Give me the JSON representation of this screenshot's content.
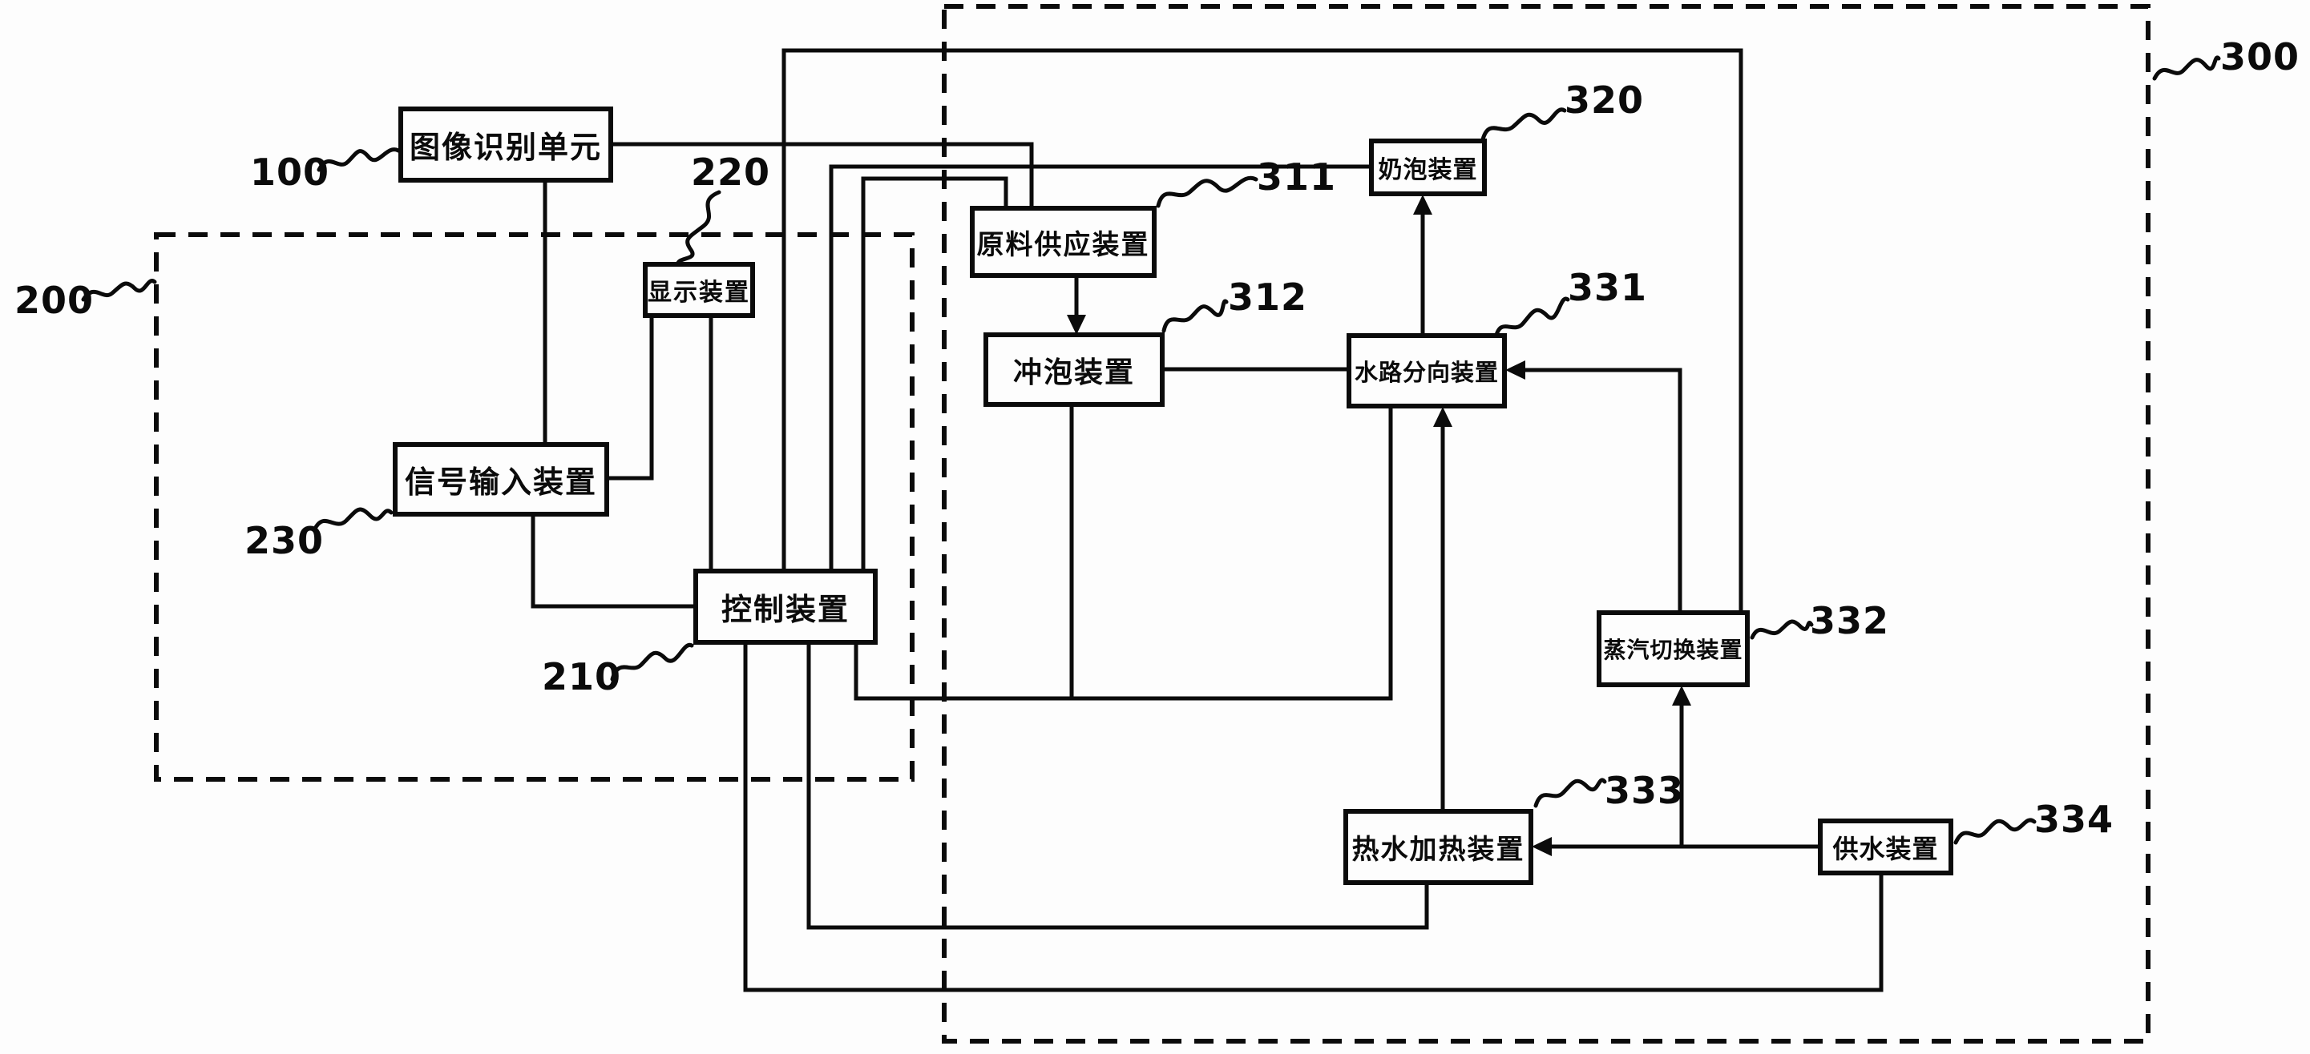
{
  "figure": {
    "kind": "patent-block-diagram",
    "language": "zh",
    "colors": {
      "line": "#0b0b0b",
      "background": "#fdfdfd"
    },
    "units": {
      "image_recognition": {
        "label": "图像识别单元",
        "ref": "100"
      },
      "display": {
        "label": "显示装置",
        "ref": "220"
      },
      "signal_input": {
        "label": "信号输入装置",
        "ref": "230"
      },
      "control": {
        "label": "控制装置",
        "ref": "210"
      },
      "material_supply": {
        "label": "原料供应装置",
        "ref": "311"
      },
      "brewing": {
        "label": "冲泡装置",
        "ref": "312"
      },
      "milk_froth": {
        "label": "奶泡装置",
        "ref": "320"
      },
      "water_divert": {
        "label": "水路分向装置",
        "ref": "331"
      },
      "steam_switch": {
        "label": "蒸汽切换装置",
        "ref": "332"
      },
      "hot_water_heating": {
        "label": "热水加热装置",
        "ref": "333"
      },
      "water_supply": {
        "label": "供水装置",
        "ref": "334"
      }
    },
    "groups": {
      "group_200": {
        "ref": "200",
        "style": "dashed"
      },
      "group_300": {
        "ref": "300",
        "style": "dashed"
      }
    },
    "connections": [
      {
        "from": "image_recognition",
        "to": "material_supply",
        "arrow": "none"
      },
      {
        "from": "image_recognition",
        "to": "signal_input",
        "arrow": "none"
      },
      {
        "from": "signal_input",
        "to": "display",
        "arrow": "none"
      },
      {
        "from": "display",
        "to": "control",
        "arrow": "none"
      },
      {
        "from": "signal_input",
        "to": "control",
        "arrow": "none"
      },
      {
        "from": "control",
        "to": "steam_switch",
        "arrow": "none"
      },
      {
        "from": "control",
        "to": "milk_froth",
        "arrow": "none"
      },
      {
        "from": "control",
        "to": "material_supply",
        "arrow": "none"
      },
      {
        "from": "material_supply",
        "to": "brewing",
        "arrow": "into-brewing"
      },
      {
        "from": "brewing",
        "to": "water_divert",
        "arrow": "none"
      },
      {
        "from": "water_divert",
        "to": "milk_froth",
        "arrow": "into-milk_froth"
      },
      {
        "from": "steam_switch",
        "to": "water_divert",
        "arrow": "into-water_divert"
      },
      {
        "from": "control",
        "to": "water_divert",
        "arrow": "none"
      },
      {
        "from": "brewing",
        "to": "water_divert",
        "arrow": "t-junction"
      },
      {
        "from": "hot_water_heating",
        "to": "water_divert",
        "arrow": "into-water_divert"
      },
      {
        "from": "water_supply",
        "to": "hot_water_heating",
        "arrow": "into-hot_water_heating"
      },
      {
        "from": "water_supply_line",
        "to": "steam_switch",
        "arrow": "into-steam_switch"
      },
      {
        "from": "control",
        "to": "hot_water_heating",
        "arrow": "none"
      },
      {
        "from": "control",
        "to": "water_supply",
        "arrow": "none"
      }
    ]
  }
}
